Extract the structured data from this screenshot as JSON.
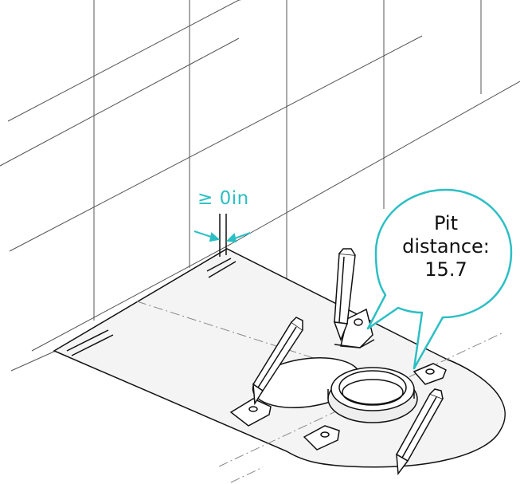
{
  "gap_label": "≥ 0in",
  "callout": {
    "line1": "Pit",
    "line2": "distance:",
    "line3": "15.7"
  },
  "colors": {
    "accent": "#2bbfc4",
    "line": "#111111",
    "template_fill": "#f4f4f4",
    "wall_line": "#555555"
  }
}
